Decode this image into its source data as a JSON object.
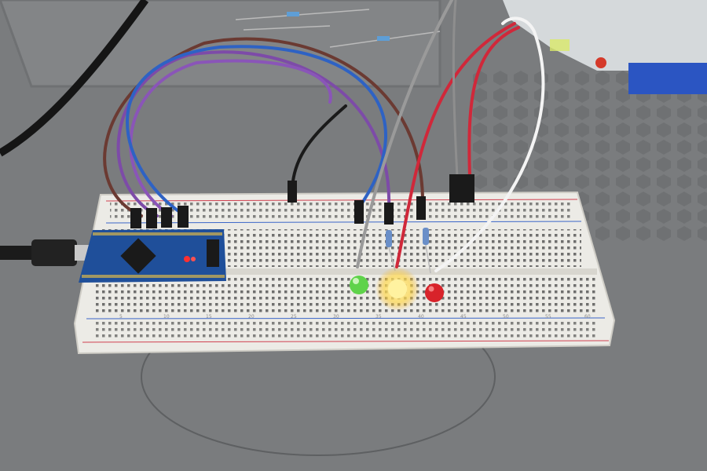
{
  "colors": {
    "mat": "#7a7c7e",
    "breadboard": "#ecebe6",
    "arduino": "#1f4f9a",
    "wire_purple": "#7d4ba8",
    "wire_blue": "#2e62c4",
    "wire_brown": "#6b3a32",
    "wire_black": "#1a1a1a",
    "wire_gray": "#9a9a9a",
    "wire_red": "#d0283a",
    "wire_white": "#f4f4f4",
    "led_green": "#5fd34a",
    "led_yellow": "#ffe86a",
    "led_red": "#d8232a"
  },
  "breadboard": {
    "column_labels": [
      "5",
      "10",
      "15",
      "20",
      "25",
      "30",
      "35",
      "40",
      "45",
      "50",
      "55",
      "60"
    ]
  },
  "leds": [
    {
      "name": "green",
      "lit": false
    },
    {
      "name": "yellow",
      "lit": true
    },
    {
      "name": "red",
      "lit": false
    }
  ]
}
